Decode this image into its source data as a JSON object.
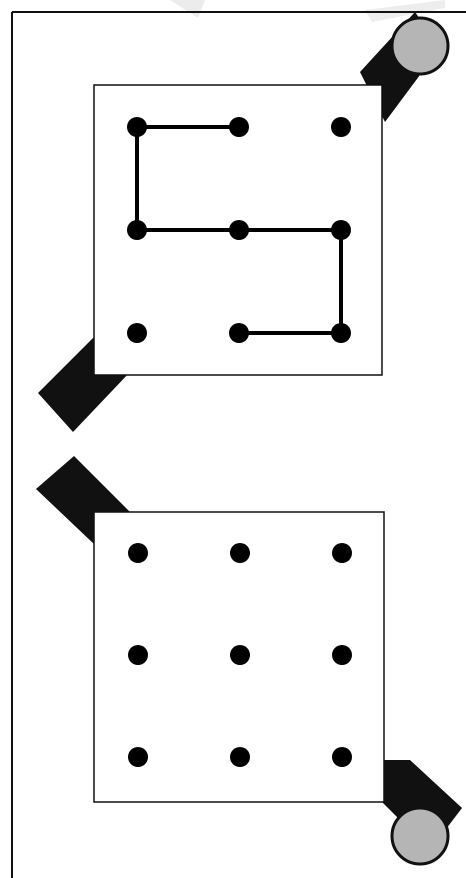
{
  "colors": {
    "background": "#ffffff",
    "ink": "#000000",
    "stroke_border": "#111111",
    "rod": "#111111",
    "knob": "#b3b3b3",
    "watermark": "#e8e8e8"
  },
  "puzzles": [
    {
      "id": "solved",
      "grid": {
        "rows": 3,
        "cols": 3
      },
      "pattern": [
        [
          0,
          0
        ],
        [
          0,
          1
        ],
        [
          0,
          0
        ],
        [
          1,
          0
        ],
        [
          1,
          1
        ],
        [
          1,
          2
        ],
        [
          2,
          2
        ],
        [
          2,
          1
        ]
      ],
      "icon": "dot-pattern-grid"
    },
    {
      "id": "blank",
      "grid": {
        "rows": 3,
        "cols": 3
      },
      "pattern": [],
      "icon": "dot-grid"
    }
  ]
}
